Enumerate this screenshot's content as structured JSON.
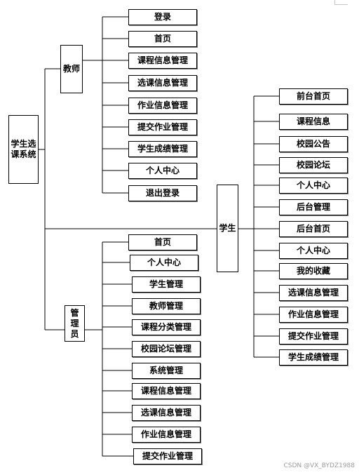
{
  "root": "学生选课系统",
  "teacher": {
    "label": "教师",
    "items": [
      "登录",
      "首页",
      "课程信息管理",
      "选课信息管理",
      "作业信息管理",
      "提交作业管理",
      "学生成绩管理",
      "个人中心",
      "退出登录"
    ]
  },
  "student": {
    "label": "学生",
    "items": [
      "前台首页",
      "课程信息",
      "校园公告",
      "校园论坛",
      "个人中心",
      "后台管理",
      "后台首页",
      "个人中心",
      "我的收藏",
      "选课信息管理",
      "作业信息管理",
      "提交作业管理",
      "学生成绩管理"
    ]
  },
  "admin": {
    "label": "管理员",
    "items": [
      "首页",
      "个人中心",
      "学生管理",
      "教师管理",
      "课程分类管理",
      "校园论坛管理",
      "系统管理",
      "课程信息管理",
      "选课信息管理",
      "作业信息管理",
      "提交作业管理"
    ]
  },
  "watermark": "CSDN @VX_BYDZ1988"
}
